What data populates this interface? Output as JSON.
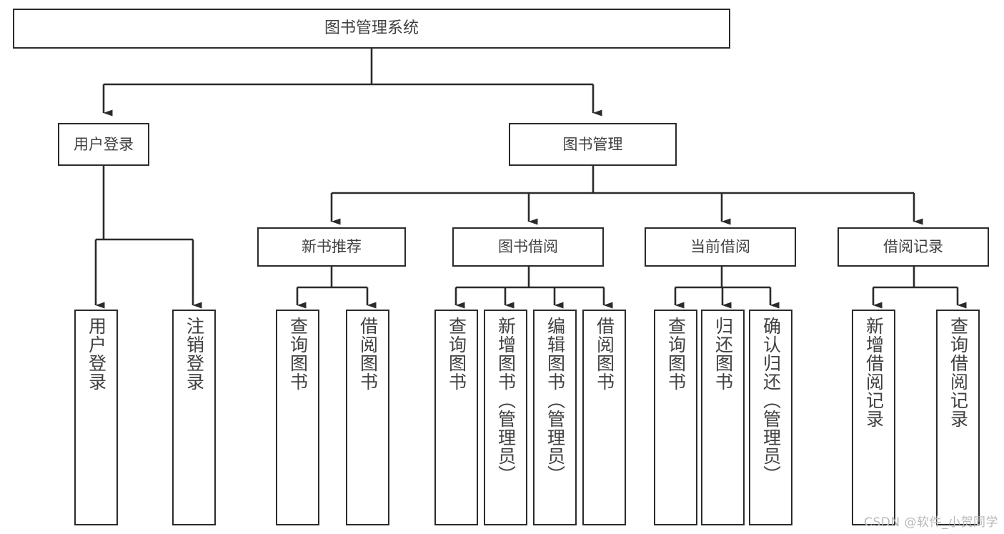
{
  "diagram": {
    "type": "tree-hierarchy",
    "title": "图书管理系统",
    "watermark": "CSDN @软件_小贺同学",
    "colors": {
      "background": "#ffffff",
      "box_border": "#2b2b2b",
      "box_fill": "#ffffff",
      "text": "#404040",
      "connector": "#2b2b2b",
      "watermark": "#b9b9b9"
    },
    "levels": [
      {
        "level": 0,
        "nodes": [
          {
            "id": "root",
            "label": "图书管理系统",
            "orientation": "horizontal"
          }
        ]
      },
      {
        "level": 1,
        "nodes": [
          {
            "id": "login",
            "label": "用户登录",
            "orientation": "horizontal",
            "parent": "root"
          },
          {
            "id": "bookmgmt",
            "label": "图书管理",
            "orientation": "horizontal",
            "parent": "root"
          }
        ]
      },
      {
        "level": 2,
        "nodes": [
          {
            "id": "newbook",
            "label": "新书推荐",
            "orientation": "horizontal",
            "parent": "bookmgmt"
          },
          {
            "id": "borrow",
            "label": "图书借阅",
            "orientation": "horizontal",
            "parent": "bookmgmt"
          },
          {
            "id": "current",
            "label": "当前借阅",
            "orientation": "horizontal",
            "parent": "bookmgmt"
          },
          {
            "id": "records",
            "label": "借阅记录",
            "orientation": "horizontal",
            "parent": "bookmgmt"
          }
        ]
      },
      {
        "level": 3,
        "nodes": [
          {
            "id": "leaf1",
            "label": "用户登录",
            "orientation": "vertical",
            "parent": "login"
          },
          {
            "id": "leaf2",
            "label": "注销登录",
            "orientation": "vertical",
            "parent": "login"
          },
          {
            "id": "leaf3",
            "label": "查询图书",
            "orientation": "vertical",
            "parent": "newbook"
          },
          {
            "id": "leaf4",
            "label": "借阅图书",
            "orientation": "vertical",
            "parent": "newbook"
          },
          {
            "id": "leaf5",
            "label": "查询图书",
            "orientation": "vertical",
            "parent": "borrow"
          },
          {
            "id": "leaf6",
            "label": "新增图书（管理员）",
            "orientation": "vertical",
            "parent": "borrow"
          },
          {
            "id": "leaf7",
            "label": "编辑图书（管理员）",
            "orientation": "vertical",
            "parent": "borrow"
          },
          {
            "id": "leaf8",
            "label": "借阅图书",
            "orientation": "vertical",
            "parent": "borrow"
          },
          {
            "id": "leaf9",
            "label": "查询图书",
            "orientation": "vertical",
            "parent": "current"
          },
          {
            "id": "leaf10",
            "label": "归还图书",
            "orientation": "vertical",
            "parent": "current"
          },
          {
            "id": "leaf11",
            "label": "确认归还（管理员）",
            "orientation": "vertical",
            "parent": "current"
          },
          {
            "id": "leaf12",
            "label": "新增借阅记录",
            "orientation": "vertical",
            "parent": "records"
          },
          {
            "id": "leaf13",
            "label": "查询借阅记录",
            "orientation": "vertical",
            "parent": "records"
          }
        ]
      }
    ]
  }
}
